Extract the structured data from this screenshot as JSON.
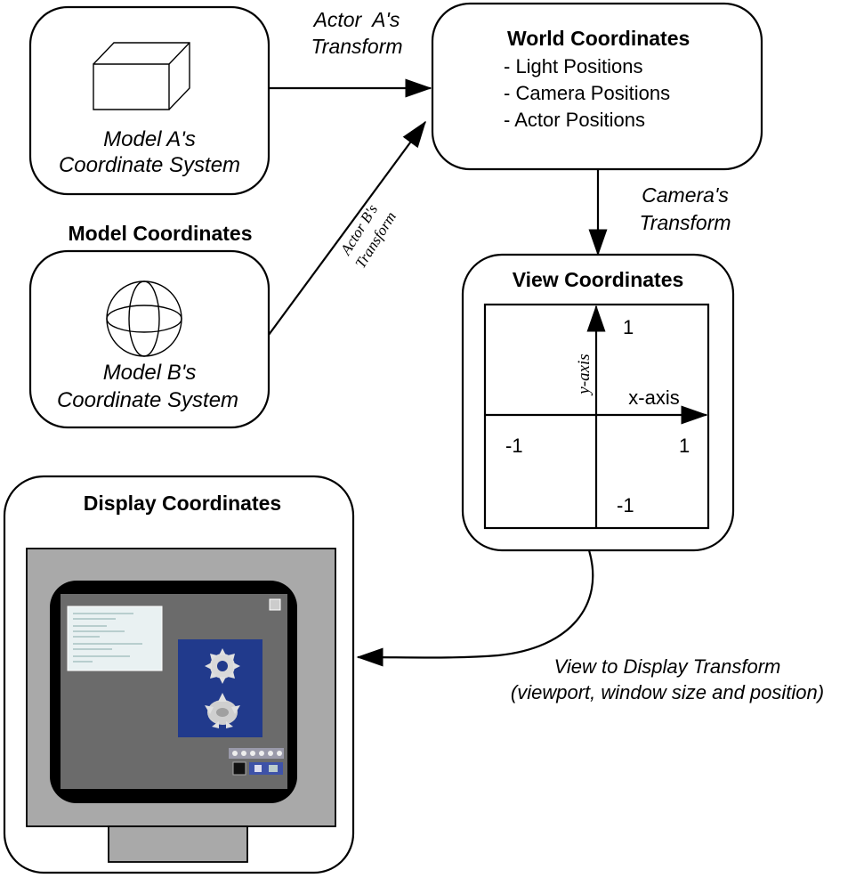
{
  "model_a": {
    "label_line1": "Model A's",
    "label_line2": "Coordinate System"
  },
  "model_b": {
    "label_line1": "Model B's",
    "label_line2": "Coordinate System"
  },
  "model_coordinates_title": "Model Coordinates",
  "actor_a_transform": {
    "line1": "Actor  A's",
    "line2": "Transform"
  },
  "actor_b_transform": {
    "line1": "Actor B's",
    "line2": "Transform"
  },
  "world": {
    "title": "World Coordinates",
    "items": [
      "- Light Positions",
      "- Camera Positions",
      "- Actor Positions"
    ]
  },
  "camera_transform": {
    "line1": "Camera's",
    "line2": "Transform"
  },
  "view": {
    "title": "View Coordinates",
    "y_axis_label": "y-axis",
    "x_axis_label": "x-axis",
    "y_top_tick": "1",
    "x_left_tick": "-1",
    "x_right_tick": "1",
    "y_bottom_tick": "-1"
  },
  "display": {
    "title": "Display Coordinates"
  },
  "view_to_display": {
    "line1": "View to Display Transform",
    "line2": "(viewport, window size and position)"
  },
  "colors": {
    "monitor_bezel": "#a9a9a9",
    "screen_frame": "#000000",
    "screen_bg": "#6b6b6b",
    "render_window": "#213a8c",
    "text_window": "#e9f1f2"
  }
}
